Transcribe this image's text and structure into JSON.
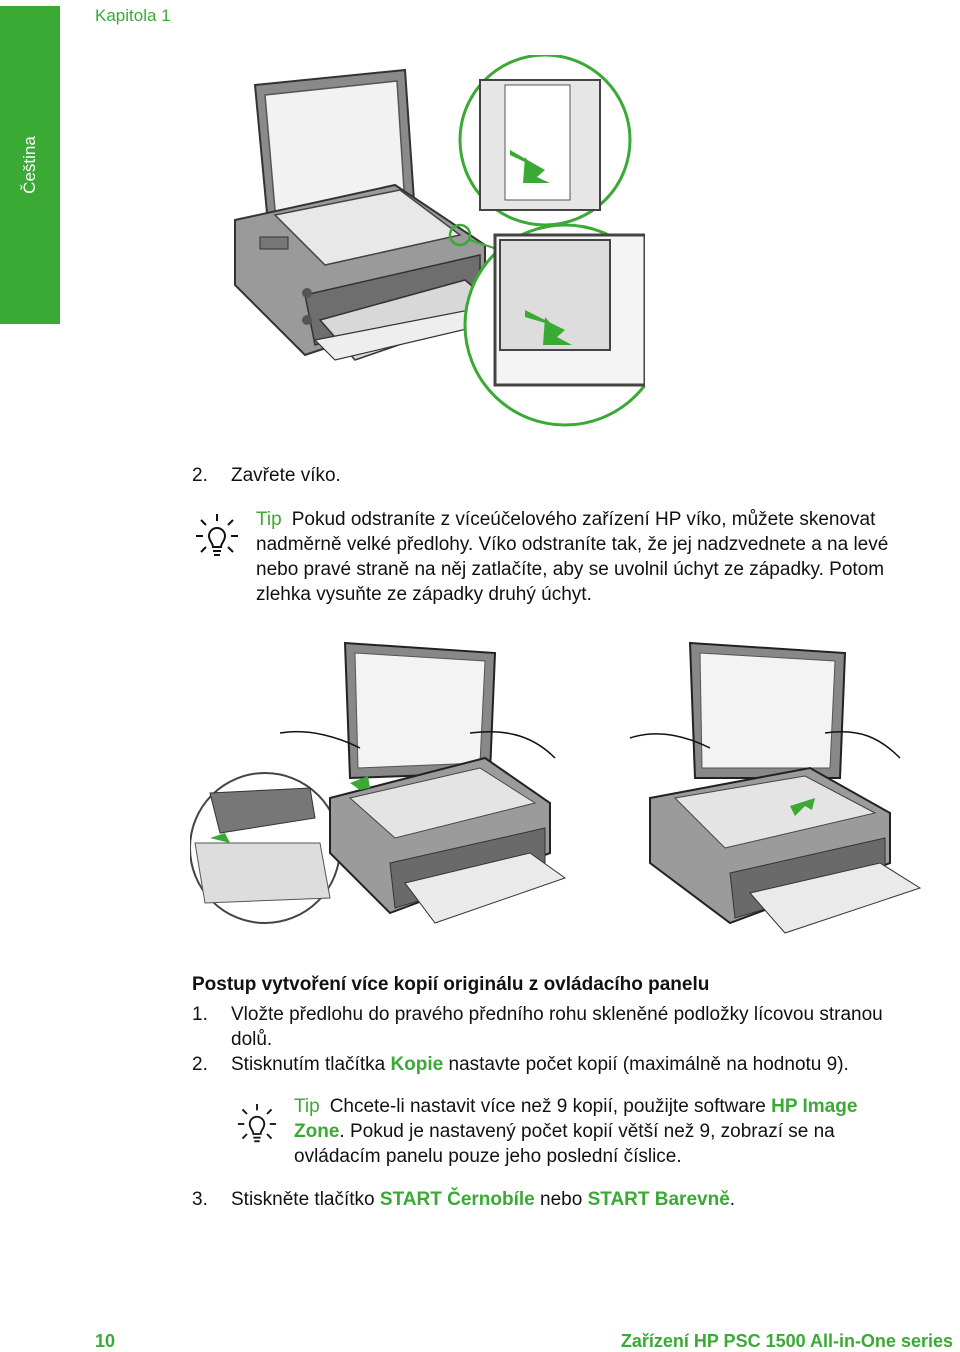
{
  "header": {
    "chapter": "Kapitola 1",
    "side_tab": "Čeština"
  },
  "step_close": {
    "number": "2.",
    "text": "Zavřete víko."
  },
  "tip1": {
    "label": "Tip",
    "lines": [
      "Pokud odstraníte z víceúčelového zařízení HP víko, můžete skenovat",
      "nadměrně velké předlohy. Víko odstraníte tak, že jej nadzvednete a na levé",
      "nebo pravé straně na něj zatlačíte, aby se uvolnil úchyt ze západky. Potom",
      "zlehka vysuňte ze západky druhý úchyt."
    ]
  },
  "section": {
    "heading": "Postup vytvoření více kopií originálu z ovládacího panelu",
    "step1": {
      "number": "1.",
      "line1": "Vložte předlohu do pravého předního rohu skleněné podložky lícovou stranou",
      "line2": "dolů."
    },
    "step2": {
      "number": "2.",
      "pre": "Stisknutím tlačítka",
      "button": "Kopie",
      "post": "nastavte počet kopií (maximálně na hodnotu 9)."
    },
    "tip2": {
      "label": "Tip",
      "line1_pre": "Chcete-li nastavit více než 9 kopií, použijte software",
      "software_a": "HP Image",
      "software_b": "Zone",
      "line2_post": ". Pokud je nastavený počet kopií větší než 9, zobrazí se na",
      "line3": "ovládacím panelu pouze jeho poslední číslice."
    },
    "step3": {
      "number": "3.",
      "pre": "Stiskněte tlačítko",
      "btn1": "START Černobíle",
      "mid": "nebo",
      "btn2": "START Barevně",
      "post": "."
    }
  },
  "footer": {
    "page": "10",
    "title": "Zařízení HP PSC 1500 All-in-One series"
  },
  "colors": {
    "accent": "#3aaa35"
  }
}
